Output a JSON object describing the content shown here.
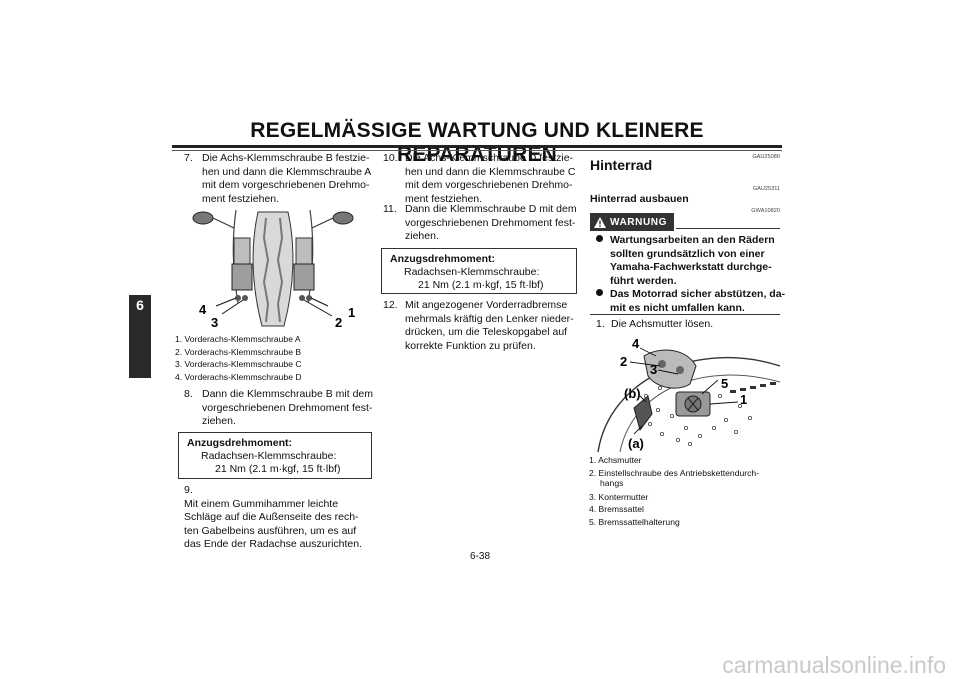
{
  "header": {
    "title": "REGELMÄSSIGE WARTUNG UND KLEINERE REPARATUREN",
    "chapter_tab": "6"
  },
  "left": {
    "step7": {
      "num": "7.",
      "text": [
        "Die Achs-Klemmschraube B festzie-",
        "hen und dann die Klemmschraube A",
        "mit dem vorgeschriebenen Drehmo-",
        "ment festziehen."
      ]
    },
    "figure_labels": {
      "l1": "1",
      "l2": "2",
      "l3": "3",
      "l4": "4"
    },
    "captions": [
      "1. Vorderachs-Klemmschraube A",
      "2. Vorderachs-Klemmschraube B",
      "3. Vorderachs-Klemmschraube C",
      "4. Vorderachs-Klemmschraube D"
    ],
    "step8": {
      "num": "8.",
      "text": [
        "Dann die Klemmschraube B mit dem",
        "vorgeschriebenen Drehmoment fest-",
        "ziehen."
      ]
    },
    "torque_box": {
      "heading": "Anzugsdrehmoment:",
      "item": "Radachsen-Klemmschraube:",
      "value": "21 Nm (2.1 m·kgf, 15 ft·lbf)"
    },
    "step9": {
      "num": "9.",
      "text": [
        "Mit einem Gummihammer leichte",
        "Schläge auf die Außenseite des rech-",
        "ten Gabelbeins ausführen, um es auf",
        "das Ende der Radachse auszurichten."
      ]
    }
  },
  "middle": {
    "step10": {
      "num": "10.",
      "text": [
        "Die Achs-Klemmschraube D festzie-",
        "hen und dann die Klemmschraube C",
        "mit dem vorgeschriebenen Drehmo-",
        "ment festziehen."
      ]
    },
    "step11": {
      "num": "11.",
      "text": [
        "Dann die Klemmschraube D mit dem",
        "vorgeschriebenen Drehmoment fest-",
        "ziehen."
      ]
    },
    "torque_box": {
      "heading": "Anzugsdrehmoment:",
      "item": "Radachsen-Klemmschraube:",
      "value": "21 Nm (2.1 m·kgf, 15 ft·lbf)"
    },
    "step12": {
      "num": "12.",
      "text": [
        "Mit angezogener Vorderradbremse",
        "mehrmals kräftig den Lenker nieder-",
        "drücken, um die Teleskopgabel auf",
        "korrekte Funktion zu prüfen."
      ]
    }
  },
  "right": {
    "code1": "GAU25080",
    "heading": "Hinterrad",
    "code2": "GAU25311",
    "subheading": "Hinterrad ausbauen",
    "warning_label": "WARNUNG",
    "warning_code": "GWA10820",
    "warnings": [
      [
        "Wartungsarbeiten an den Rädern",
        "sollten grundsätzlich von einer",
        "Yamaha-Fachwerkstatt durchge-",
        "führt werden."
      ],
      [
        "Das Motorrad sicher abstützen, da-",
        "mit es nicht umfallen kann."
      ]
    ],
    "step1": {
      "num": "1.",
      "text": "Die Achsmutter lösen."
    },
    "figure_labels": {
      "l1": "1",
      "l2": "2",
      "l3": "3",
      "l4": "4",
      "l5": "5",
      "la": "(a)",
      "lb": "(b)"
    },
    "captions": [
      [
        "1. Achsmutter"
      ],
      [
        "2. Einstellschraube des Antriebskettendurch-",
        "hangs"
      ],
      [
        "3. Kontermutter"
      ],
      [
        "4. Bremssattel"
      ],
      [
        "5. Bremssattelhalterung"
      ]
    ]
  },
  "footer": {
    "page_number": "6-38",
    "watermark": "carmanualsonline.info"
  },
  "colors": {
    "text": "#111111",
    "rule": "#222222",
    "tab": "#2a2a2a",
    "watermark": "#c9c9c9"
  }
}
